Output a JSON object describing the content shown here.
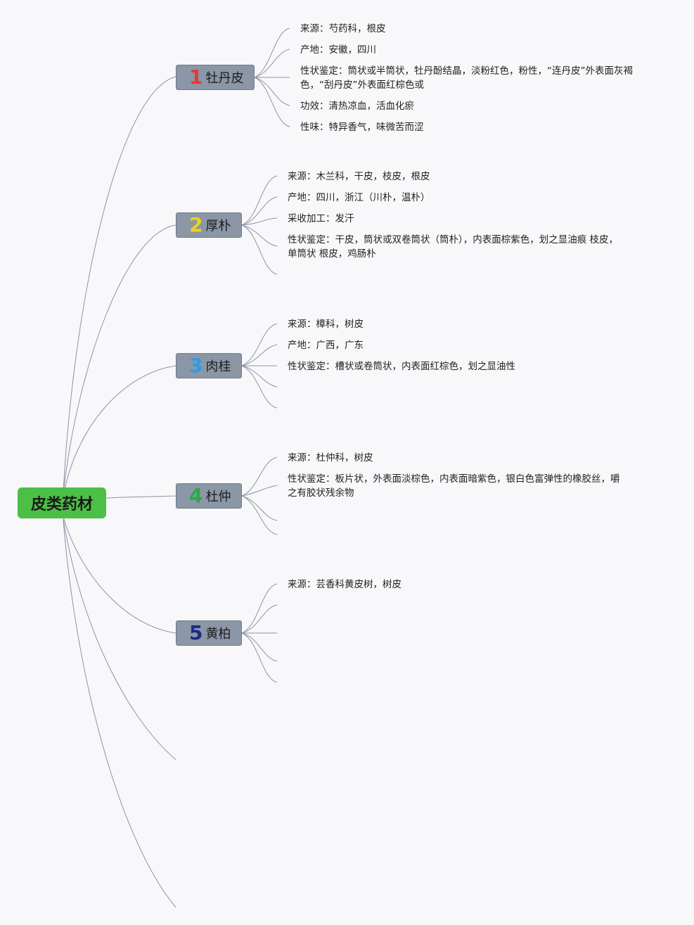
{
  "root": {
    "label": "皮类药材"
  },
  "branches": [
    {
      "number": "1",
      "number_color": "#e03a3a",
      "label": "牡丹皮",
      "leaves": [
        "来源：芍药科，根皮",
        "产地：安徽，四川",
        "性状鉴定：筒状或半筒状，牡丹酚结晶，淡粉红色，粉性，“连丹皮”外表面灰褐",
        "色，“刮丹皮”外表面红棕色或",
        "功效：清热凉血，活血化瘀",
        "性味：特异香气，味微苦而涩"
      ]
    },
    {
      "number": "2",
      "number_color": "#f0d020",
      "label": "厚朴",
      "leaves": [
        "来源：木兰科，干皮，枝皮，根皮",
        "产地：四川，浙江（川朴，温朴）",
        "采收加工：发汗",
        "性状鉴定：干皮，筒状或双卷筒状（筒朴），内表面棕紫色，划之显油痕 枝皮，",
        "单筒状 根皮，鸡肠朴"
      ]
    },
    {
      "number": "3",
      "number_color": "#2a9de8",
      "label": "肉桂",
      "leaves": [
        "来源：樟科，树皮",
        "产地：广西，广东",
        "性状鉴定：槽状或卷筒状，内表面红棕色，划之显油性"
      ]
    },
    {
      "number": "4",
      "number_color": "#2aa84a",
      "label": "杜仲",
      "leaves": [
        "来源：杜仲科，树皮",
        "性状鉴定：板片状，外表面淡棕色，内表面暗紫色，银白色富弹性的橡胶丝，嚼",
        "之有胶状残余物"
      ]
    },
    {
      "number": "5",
      "number_color": "#1c2c88",
      "label": "黄柏",
      "leaves": [
        "来源：芸香科黄皮树，树皮"
      ]
    }
  ],
  "colors": {
    "root_bg": "#4bbf46",
    "branch_bg": "#8b96a6",
    "connector": "#8e93a4"
  }
}
